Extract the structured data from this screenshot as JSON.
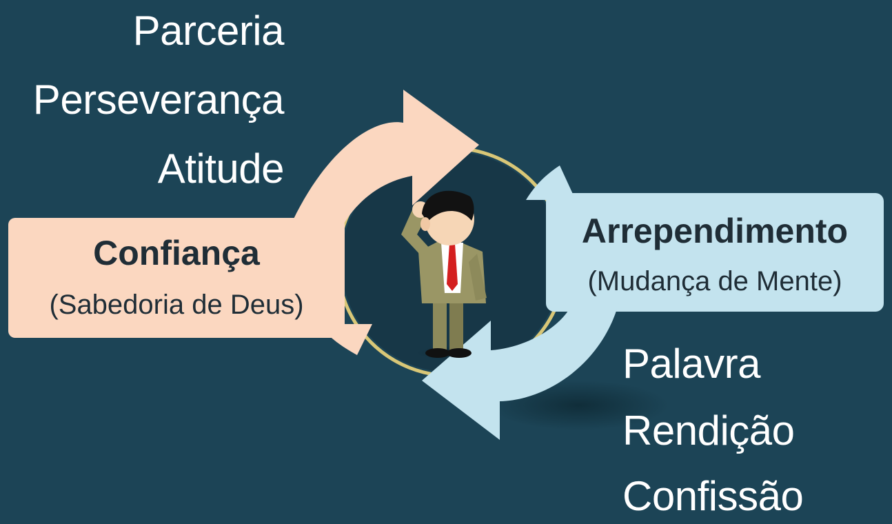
{
  "left_terms": [
    "Parceria",
    "Perseverança",
    "Atitude"
  ],
  "right_terms": [
    "Palavra",
    "Rendição",
    "Confissão"
  ],
  "left_box": {
    "title": "Confiança",
    "subtitle": "(Sabedoria de Deus)"
  },
  "right_box": {
    "title": "Arrependimento",
    "subtitle": "(Mudança de Mente)"
  },
  "colors": {
    "background": "#1c4456",
    "peach": "#fbd7c0",
    "light_blue": "#c3e3ee",
    "ring": "#d9c777",
    "circle": "#173747",
    "text_dark": "#1f2d36",
    "text_light": "#ffffff"
  },
  "icons": {
    "center": "thinking-man-icon"
  }
}
